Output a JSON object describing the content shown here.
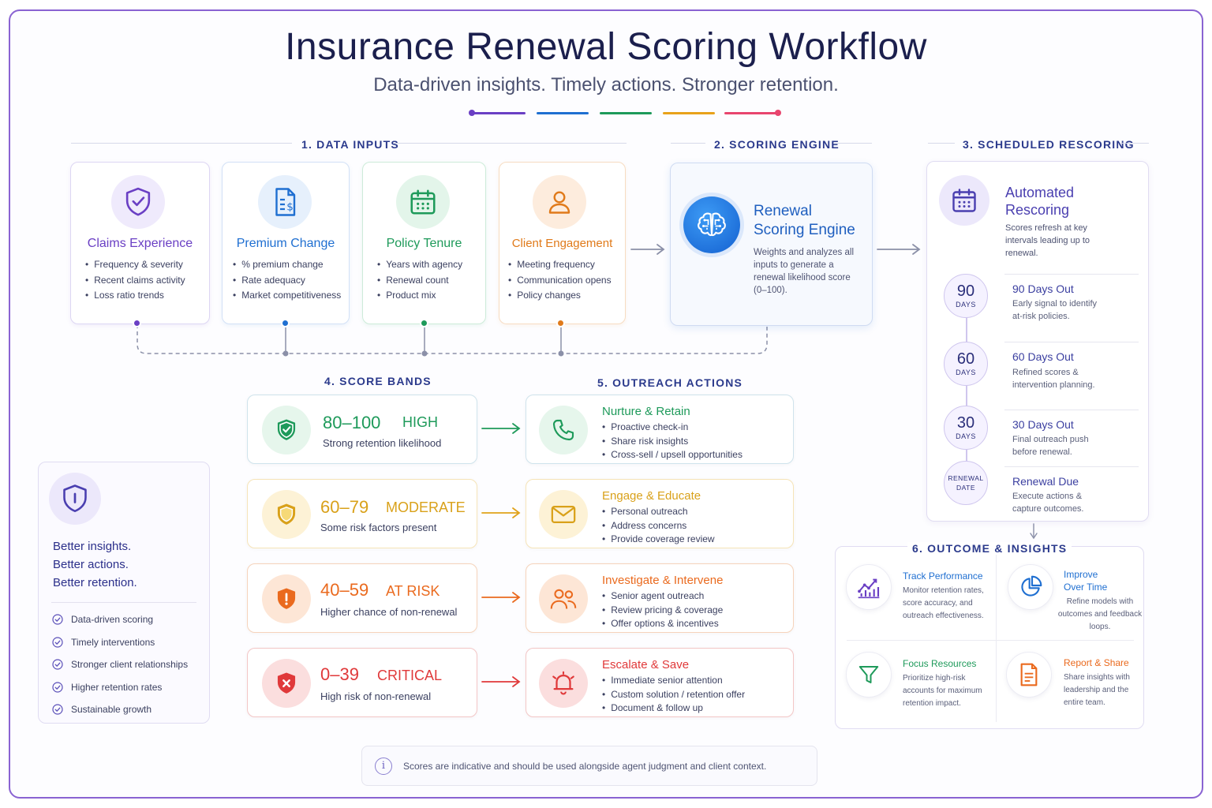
{
  "header": {
    "title": "Insurance Renewal Scoring Workflow",
    "subtitle": "Data-driven insights. Timely actions. Stronger retention."
  },
  "sections": {
    "inputs": "1. DATA INPUTS",
    "engine": "2. SCORING ENGINE",
    "rescoring": "3. SCHEDULED RESCORING",
    "bands": "4. SCORE BANDS",
    "outreach": "5. OUTREACH ACTIONS",
    "outcome": "6. OUTCOME & INSIGHTS"
  },
  "inputs": [
    {
      "title": "Claims Experience",
      "icon": "shield-check-icon",
      "color": "#6a3fc4",
      "items": [
        "Frequency & severity",
        "Recent claims activity",
        "Loss ratio trends"
      ]
    },
    {
      "title": "Premium Change",
      "icon": "document-dollar-icon",
      "color": "#1f6fd1",
      "items": [
        "% premium change",
        "Rate adequacy",
        "Market competitiveness"
      ]
    },
    {
      "title": "Policy Tenure",
      "icon": "calendar-icon",
      "color": "#1e9a5a",
      "items": [
        "Years with agency",
        "Renewal count",
        "Product mix"
      ]
    },
    {
      "title": "Client Engagement",
      "icon": "user-icon",
      "color": "#e07a1a",
      "items": [
        "Meeting frequency",
        "Communication opens",
        "Policy changes"
      ]
    }
  ],
  "engine": {
    "title_line1": "Renewal",
    "title_line2": "Scoring Engine",
    "icon": "brain-icon",
    "desc": [
      "Weights and analyzes all",
      "inputs to generate a",
      "renewal likelihood score",
      "(0–100)."
    ]
  },
  "rescoring": {
    "title_line1": "Automated",
    "title_line2": "Rescoring",
    "icon": "calendar-icon",
    "desc": [
      "Scores refresh at key",
      "intervals leading up to",
      "renewal."
    ],
    "steps": [
      {
        "num": "90",
        "unit": "DAYS",
        "title": "90 Days Out",
        "text": [
          "Early signal to identify",
          "at-risk policies."
        ]
      },
      {
        "num": "60",
        "unit": "DAYS",
        "title": "60 Days Out",
        "text": [
          "Refined scores &",
          "intervention planning."
        ]
      },
      {
        "num": "30",
        "unit": "DAYS",
        "title": "30 Days Out",
        "text": [
          "Final outreach push",
          "before renewal."
        ]
      },
      {
        "num": "RENEWAL",
        "unit": "DATE",
        "title": "Renewal Due",
        "text": [
          "Execute actions &",
          "capture outcomes."
        ]
      }
    ]
  },
  "bands": [
    {
      "range": "80–100",
      "label": "HIGH",
      "desc": "Strong retention likelihood",
      "color": "#1e9a5a",
      "bg": "#e6f6ec",
      "border": "#cfe3ec",
      "icon": "shield-check-icon"
    },
    {
      "range": "60–79",
      "label": "MODERATE",
      "desc": "Some risk factors present",
      "color": "#d9a11a",
      "bg": "#fdf2d6",
      "border": "#f6e4b8",
      "icon": "shield-icon"
    },
    {
      "range": "40–59",
      "label": "AT RISK",
      "desc": "Higher chance of non-renewal",
      "color": "#ea6a1e",
      "bg": "#fde6d6",
      "border": "#f6d3bb",
      "icon": "shield-exclamation-icon"
    },
    {
      "range": "0–39",
      "label": "CRITICAL",
      "desc": "High risk of non-renewal",
      "color": "#e0393a",
      "bg": "#fbdede",
      "border": "#f3c6c6",
      "icon": "shield-x-icon"
    }
  ],
  "actions": [
    {
      "title": "Nurture & Retain",
      "icon": "phone-icon",
      "color": "#1e9a5a",
      "items": [
        "Proactive check-in",
        "Share risk insights",
        "Cross-sell / upsell opportunities"
      ]
    },
    {
      "title": "Engage & Educate",
      "icon": "mail-icon",
      "color": "#d9a11a",
      "items": [
        "Personal outreach",
        "Address concerns",
        "Provide coverage review"
      ]
    },
    {
      "title": "Investigate & Intervene",
      "icon": "users-icon",
      "color": "#ea6a1e",
      "items": [
        "Senior agent outreach",
        "Review pricing & coverage",
        "Offer options & incentives"
      ]
    },
    {
      "title": "Escalate & Save",
      "icon": "alarm-bell-icon",
      "color": "#e0393a",
      "items": [
        "Immediate senior attention",
        "Custom solution / retention offer",
        "Document & follow up"
      ]
    }
  ],
  "benefits_panel": {
    "icon": "shield-icon",
    "tagline": [
      "Better insights.",
      "Better actions.",
      "Better retention."
    ],
    "items": [
      "Data-driven scoring",
      "Timely interventions",
      "Stronger client relationships",
      "Higher retention rates",
      "Sustainable growth"
    ]
  },
  "outcomes": [
    {
      "title": "Track Performance",
      "icon": "chart-line-icon",
      "color": "#1f6fd1",
      "text": [
        "Monitor retention rates,",
        "score accuracy, and",
        "outreach effectiveness."
      ]
    },
    {
      "title_line1": "Improve",
      "title_line2": "Over Time",
      "icon": "pie-chart-icon",
      "color": "#1f6fd1",
      "text": [
        "Refine models with",
        "outcomes and feedback",
        "loops."
      ]
    },
    {
      "title": "Focus Resources",
      "icon": "filter-icon",
      "color": "#1e9a5a",
      "text": [
        "Prioritize high-risk",
        "accounts for maximum",
        "retention impact."
      ]
    },
    {
      "title": "Report & Share",
      "icon": "report-icon",
      "color": "#ea6a1e",
      "text": [
        "Share insights with",
        "leadership and the",
        "entire team."
      ]
    }
  ],
  "footer_note": "Scores are indicative and should be used alongside agent judgment and client context.",
  "colors": {
    "purple": "#6a3fc4",
    "blue": "#1f6fd1",
    "green": "#1e9a5a",
    "orange": "#e07a1a",
    "red": "#e0393a",
    "navy": "#1b1f4d"
  }
}
